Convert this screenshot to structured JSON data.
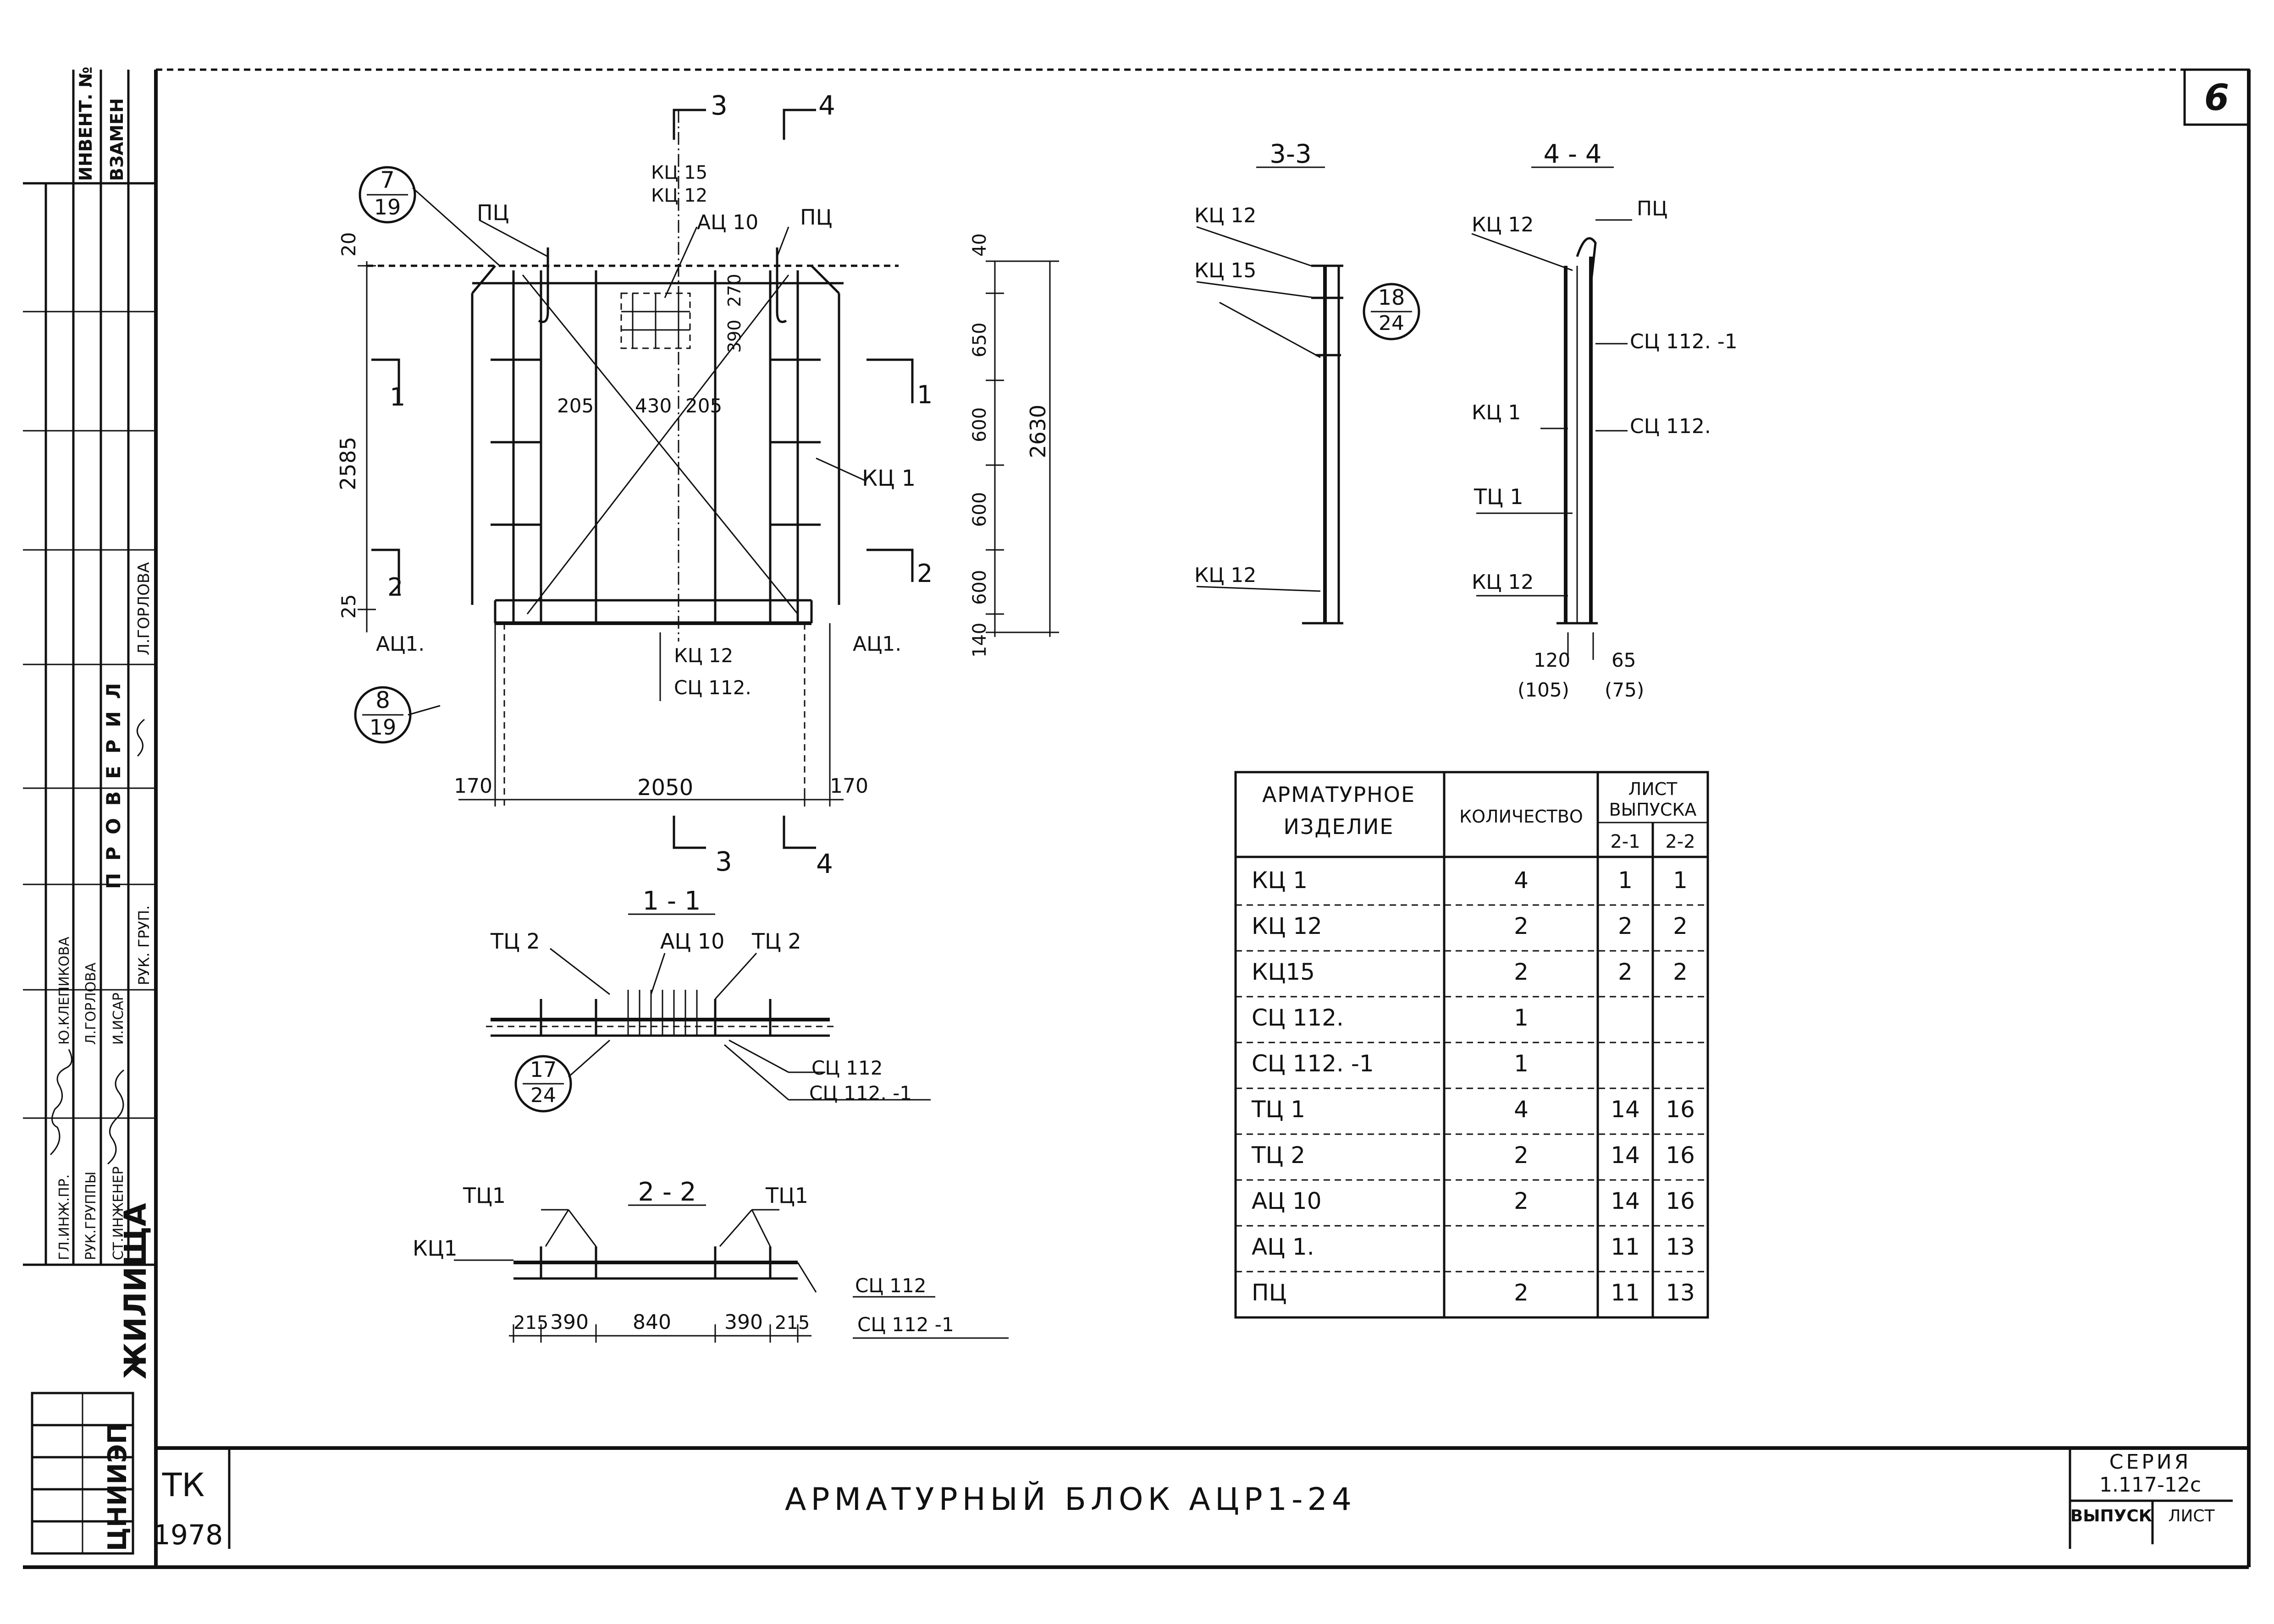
{
  "sheet_number": "6",
  "title": "АРМАТУРНЫЙ БЛОК АЦР1-24",
  "organization": "ЦНИИЭП",
  "organization_suffix": "ЖИЛИЩА",
  "code": "ТК",
  "year": "1978",
  "series": {
    "label": "СЕРИЯ",
    "number": "1.117-12с",
    "issue_label": "ВЫПУСК",
    "sheet_label": "ЛИСТ"
  },
  "left_stamp": {
    "inv": "ИНВЕНТ. №",
    "vzamen": "ВЗАМЕН",
    "checked": "П Р О В Е Р И Л",
    "checker": "Л.ГОРЛОВА",
    "head_group": "РУК. ГРУП.",
    "roles": [
      "ГЛ.ИНЖ.ПР.",
      "РУК.ГРУППЫ",
      "СТ.ИНЖЕНЕР"
    ],
    "names": [
      "Ю.КЛЕПИКОВА",
      "Л.ГОРЛОВА",
      "И.ИСАР"
    ]
  },
  "main_view": {
    "callout_top": {
      "num": "7",
      "den": "19"
    },
    "callout_bottom": {
      "num": "8",
      "den": "19"
    },
    "labels": {
      "pc": "ПЦ",
      "kc15": "КЦ 15",
      "kc12": "КЦ 12",
      "ac10": "АЦ 10",
      "kc1": "КЦ 1",
      "ac1": "АЦ1.",
      "sc112": "СЦ 112.",
      "sec1": "1",
      "sec2": "2",
      "sec3": "3",
      "sec4": "4"
    },
    "dims": {
      "d20": "20",
      "d2585": "2585",
      "d25": "25",
      "d205a": "205",
      "d430": "430",
      "d205b": "205",
      "d390": "390",
      "d270": "270",
      "d40": "40",
      "d650": "650",
      "d600a": "600",
      "d600b": "600",
      "d600c": "600",
      "d140": "140",
      "d2630": "2630",
      "d170a": "170",
      "d2050": "2050",
      "d170b": "170"
    }
  },
  "section_3_3": {
    "title": "3-3",
    "callout": {
      "num": "18",
      "den": "24"
    },
    "labels": [
      "КЦ 12",
      "КЦ 15",
      "КЦ 12"
    ]
  },
  "section_4_4": {
    "title": "4 - 4",
    "labels": {
      "kc12_top": "КЦ 12",
      "pc": "ПЦ",
      "sc112_1": "СЦ 112. -1",
      "kc1": "КЦ 1",
      "sc112": "СЦ 112.",
      "tc1": "ТЦ 1",
      "kc12_bot": "КЦ 12"
    },
    "dims": {
      "a": "120",
      "a2": "(105)",
      "b": "65",
      "b2": "(75)"
    }
  },
  "section_1_1": {
    "title": "1 - 1",
    "callout": {
      "num": "17",
      "den": "24"
    },
    "labels": {
      "tc2a": "ТЦ 2",
      "ac10": "АЦ 10",
      "tc2b": "ТЦ 2",
      "sc112": "СЦ 112",
      "sc112_1": "СЦ 112. -1"
    }
  },
  "section_2_2": {
    "title": "2 - 2",
    "labels": {
      "tc1a": "ТЦ1",
      "tc1b": "ТЦ1",
      "kc1": "КЦ1",
      "sc112": "СЦ 112",
      "sc112_1": "СЦ 112 -1"
    },
    "dims": [
      "215",
      "390",
      "840",
      "390",
      "215"
    ]
  },
  "table": {
    "headers": {
      "item": "АРМАТУРНОЕ ИЗДЕЛИЕ",
      "qty": "КОЛИЧЕСТВО",
      "sheet": "ЛИСТ ВЫПУСКА",
      "s21": "2-1",
      "s22": "2-2"
    },
    "rows": [
      {
        "item": "КЦ 1",
        "qty": "4",
        "s21": "1",
        "s22": "1"
      },
      {
        "item": "КЦ 12",
        "qty": "2",
        "s21": "2",
        "s22": "2"
      },
      {
        "item": "КЦ15",
        "qty": "2",
        "s21": "2",
        "s22": "2"
      },
      {
        "item": "СЦ 112.",
        "qty": "1",
        "s21": "",
        "s22": ""
      },
      {
        "item": "СЦ 112. -1",
        "qty": "1",
        "s21": "",
        "s22": ""
      },
      {
        "item": "ТЦ 1",
        "qty": "4",
        "s21": "14",
        "s22": "16"
      },
      {
        "item": "ТЦ 2",
        "qty": "2",
        "s21": "14",
        "s22": "16"
      },
      {
        "item": "АЦ 10",
        "qty": "2",
        "s21": "14",
        "s22": "16"
      },
      {
        "item": "АЦ 1.",
        "qty": "",
        "s21": "11",
        "s22": "13"
      },
      {
        "item": "ПЦ",
        "qty": "2",
        "s21": "11",
        "s22": "13"
      }
    ]
  }
}
